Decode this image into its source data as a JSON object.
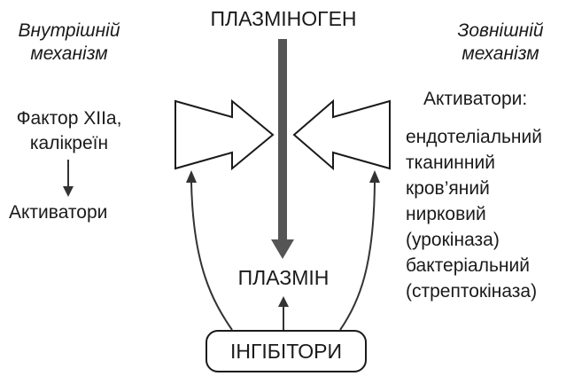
{
  "intrinsic": {
    "title_line1": "Внутрішній",
    "title_line2": "механізм",
    "factor_line1": "Фактор XIIa,",
    "factor_line2": "калікреїн",
    "result": "Активатори"
  },
  "extrinsic": {
    "title_line1": "Зовнішній",
    "title_line2": "механізм",
    "heading": "Активатори:",
    "items": [
      "ендотеліальний",
      "тканинний",
      "кров’яний",
      "нирковий",
      "(урокіназа)",
      "бактеріальний",
      "(стрептокіназа)"
    ]
  },
  "center": {
    "top_label": "ПЛАЗМІНОГЕН",
    "bottom_label": "ПЛАЗМІН",
    "inhibitors": "ІНГІБІТОРИ"
  },
  "colors": {
    "ink": "#1a1a1a",
    "main_arrow": "#555555",
    "thin_arrows": "#333333"
  }
}
